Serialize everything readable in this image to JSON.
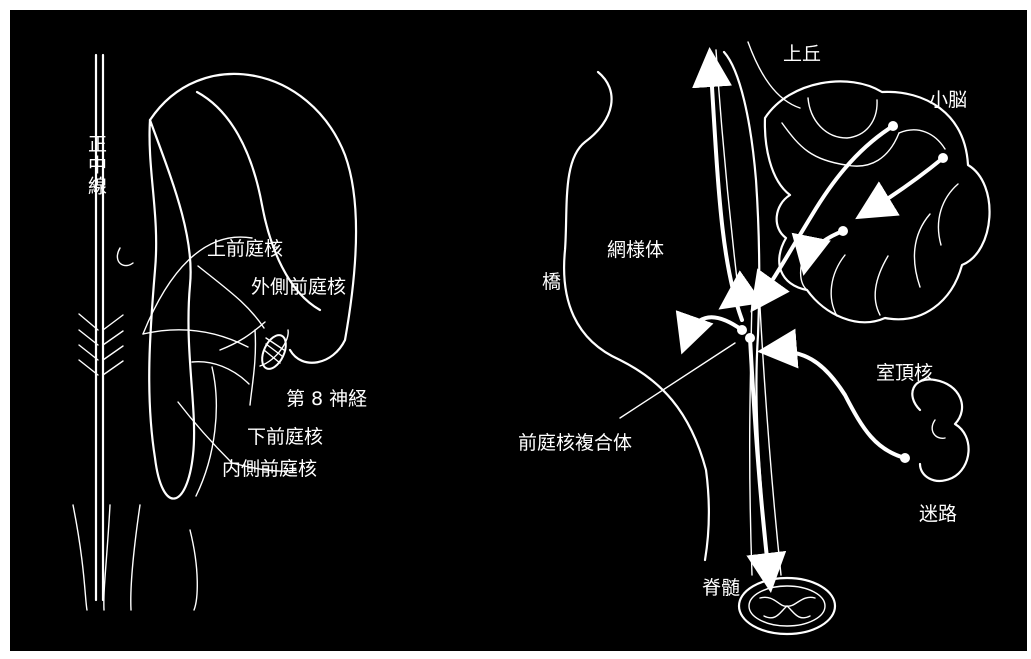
{
  "left_diagram": {
    "midline": "正中線",
    "superior": "上前庭核",
    "lateral": "外側前庭核",
    "nerve8": "第 8 神経",
    "inferior": "下前庭核",
    "medial": "内側前庭核"
  },
  "right_diagram": {
    "superior_colliculus": "上丘",
    "cerebellum": "小脳",
    "reticular": "網様体",
    "pons": "橋",
    "fastigial": "室頂核",
    "vestibular_complex": "前庭核複合体",
    "labyrinth": "迷路",
    "spinal_cord": "脊髄"
  },
  "colors": {
    "background": "#000000",
    "foreground": "#ffffff",
    "frame": "#ffffff"
  }
}
